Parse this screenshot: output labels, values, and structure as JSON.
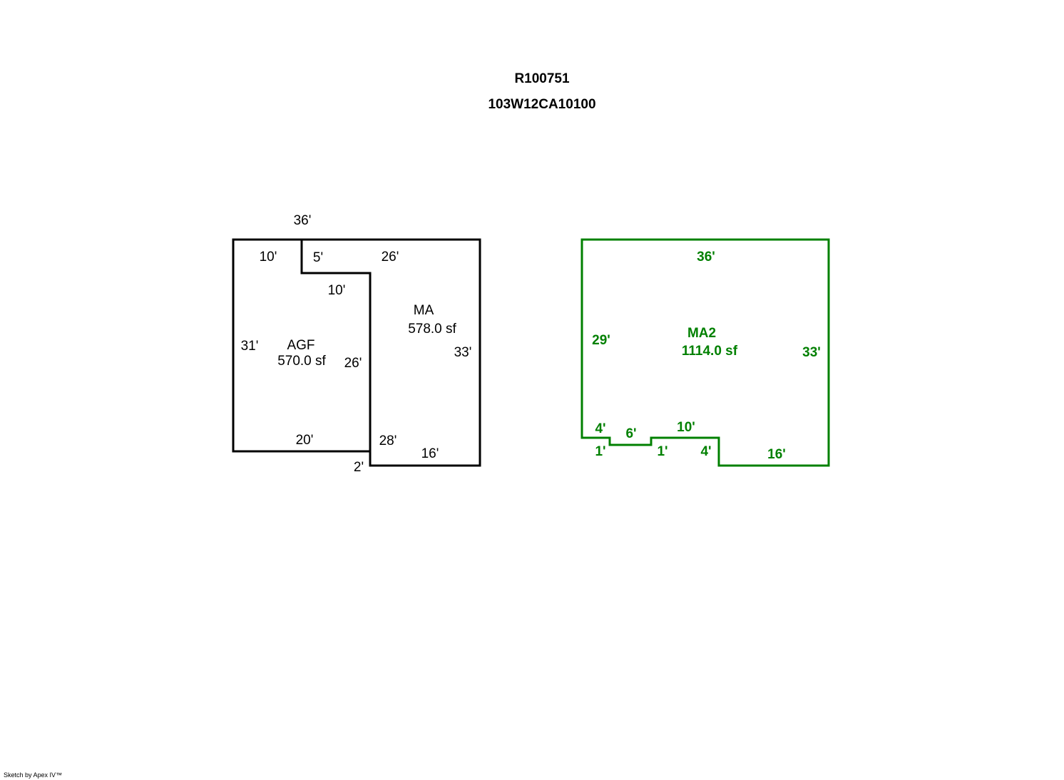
{
  "header": {
    "account": "R100751",
    "map_tax_lot": "103W12CA10100"
  },
  "colors": {
    "sketch_black": "#000000",
    "sketch_green": "#008000"
  },
  "sketch_left": {
    "areas": [
      {
        "code": "AGF",
        "area": "570.0 sf"
      },
      {
        "code": "MA",
        "area": "578.0 sf"
      }
    ],
    "dimensions": {
      "top_overall": "36'",
      "agf_top": "10'",
      "notch_side": "5'",
      "ma_top": "26'",
      "notch_bottom": "10'",
      "agf_left": "31'",
      "shared_wall": "26'",
      "ma_right": "33'",
      "agf_bottom": "20'",
      "ma_left_lower": "28'",
      "ma_bottom": "16'",
      "step": "2'"
    }
  },
  "sketch_right": {
    "area": {
      "code": "MA2",
      "area": "1114.0 sf"
    },
    "dimensions": {
      "top": "36'",
      "left": "29'",
      "right": "33'",
      "seg_4a": "4'",
      "seg_1a": "1'",
      "seg_6": "6'",
      "seg_1b": "1'",
      "seg_10": "10'",
      "seg_4b": "4'",
      "seg_16": "16'"
    }
  },
  "footer": {
    "credit": "Sketch by Apex IV™"
  }
}
